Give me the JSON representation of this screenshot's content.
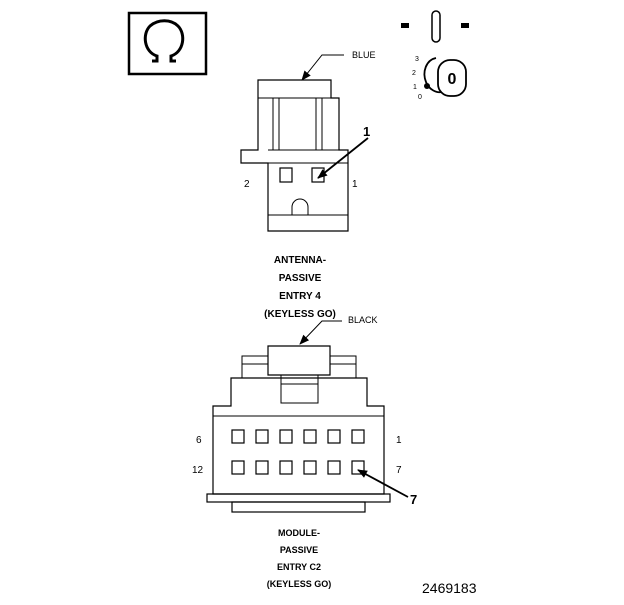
{
  "symbol": {
    "glyph": "Ω",
    "icon": "ohm-symbol-icon"
  },
  "ignition": {
    "icon": "ignition-switch-icon",
    "positions": [
      "3",
      "2",
      "1",
      "0"
    ],
    "key_label": "0"
  },
  "connector1": {
    "color_label": "BLUE",
    "callout": "1",
    "pin_left": "2",
    "pin_right": "1",
    "title_lines": [
      "ANTENNA-",
      "PASSIVE",
      "ENTRY 4",
      "(KEYLESS GO)"
    ]
  },
  "connector2": {
    "color_label": "BLACK",
    "callout": "7",
    "pin_top_left": "6",
    "pin_top_right": "1",
    "pin_bottom_left": "12",
    "pin_bottom_right": "7",
    "title_lines": [
      "MODULE-",
      "PASSIVE",
      "ENTRY C2",
      "(KEYLESS GO)"
    ]
  },
  "figure_number": "2469183"
}
